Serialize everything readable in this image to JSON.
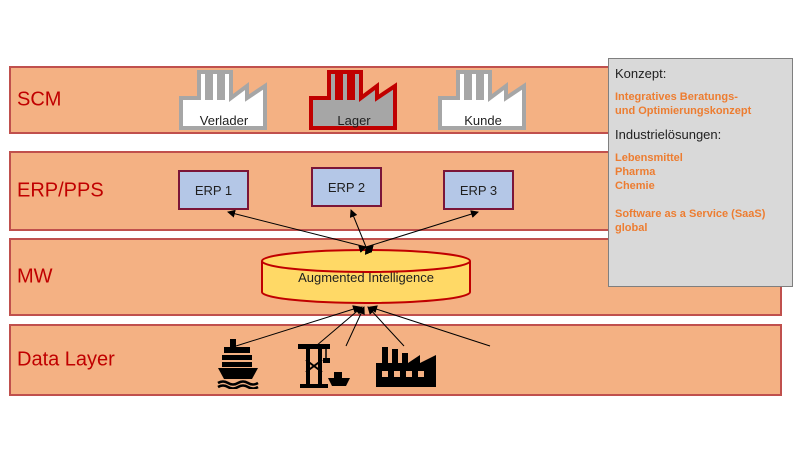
{
  "layers": {
    "scm": "SCM",
    "erp": "ERP/PPS",
    "mw": "MW",
    "data": "Data Layer"
  },
  "factories": {
    "verlader": "Verlader",
    "lager": "Lager",
    "kunde": "Kunde"
  },
  "erp_systems": [
    "ERP 1",
    "ERP 2",
    "ERP 3"
  ],
  "middleware": {
    "label": "Augmented Intelligence"
  },
  "panel": {
    "konzept_heading": "Konzept:",
    "konzept_lines": [
      "Integratives Beratungs-",
      "und Optimierungskonzept"
    ],
    "industrie_heading": "Industrielösungen:",
    "industrie_lines": [
      "Lebensmittel",
      "Pharma",
      "Chemie"
    ],
    "saas_lines": [
      "Software as a Service (SaaS)",
      "global"
    ]
  },
  "colors": {
    "layer_fill": "#f4b183",
    "layer_border": "#c0504d",
    "label_red": "#c00000",
    "erp_fill": "#b4c7e7",
    "cylinder_fill": "#ffd966",
    "panel_fill": "#d9d9d9",
    "panel_orange": "#ed7d31"
  },
  "icons": [
    "factory-icon",
    "cargo-ship-icon",
    "port-crane-icon",
    "industrial-plant-icon"
  ]
}
